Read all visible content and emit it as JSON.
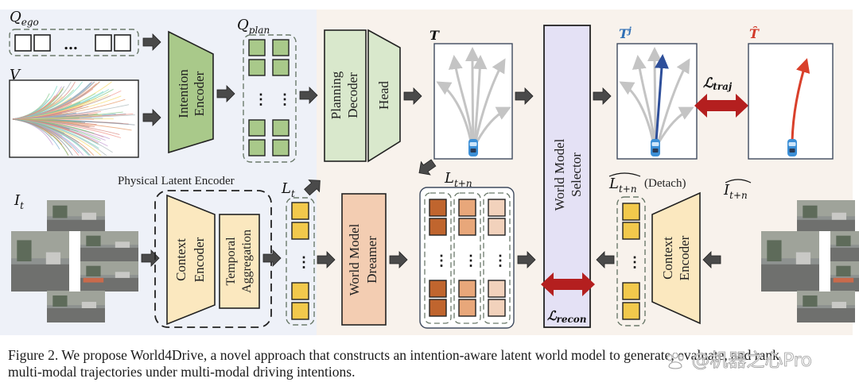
{
  "figure": {
    "title": "World4Drive architecture overview",
    "panels": {
      "left_panel_color": "#eef1f8",
      "right_panel_color": "#f8f2ec"
    },
    "labels": {
      "q_ego": "Q",
      "q_ego_sub": "ego",
      "q_plan": "Q",
      "q_plan_sub": "plan",
      "v": "V",
      "intention_encoder_line1": "Intention",
      "intention_encoder_line2": "Encoder",
      "planning_decoder_line1": "Planning",
      "planning_decoder_line2": "Decoder",
      "head": "Head",
      "t": "T",
      "t_j": "T",
      "t_j_sup": "j",
      "t_hat": "T̂",
      "l_traj": "ℒ",
      "l_traj_sub": "traj",
      "world_model_selector_line1": "World Model",
      "world_model_selector_line2": "Selector",
      "l_recon": "ℒ",
      "l_recon_sub": "recon",
      "physical_latent_encoder": "Physical Latent Encoder",
      "i_t": "I",
      "i_t_sub": "t",
      "context_encoder_line1": "Context",
      "context_encoder_line2": "Encoder",
      "temporal_aggregation_line1": "Temporal",
      "temporal_aggregation_line2": "Aggregation",
      "l_t": "L",
      "l_t_sub": "t",
      "world_model_dreamer_line1": "World Model",
      "world_model_dreamer_line2": "Dreamer",
      "l_tn": "L",
      "l_tn_sub": "t+n",
      "l_tn_hat": "L",
      "l_tn_hat_sub": "t+n",
      "detach": "(Detach)",
      "i_tn_hat": "I",
      "i_tn_hat_sub": "t+n",
      "context_encoder2_line1": "Context",
      "context_encoder2_line2": "Encoder",
      "ellipsis": "…",
      "vdots": "⋮"
    },
    "colors": {
      "green_block": "#a9c98a",
      "green_light": "#d9e8cc",
      "yellow_block": "#f2c94c",
      "cream_block": "#fbe8bf",
      "dreamer_block": "#f3cdb2",
      "selector_block": "#e4e1f5",
      "loss_arrow": "#b41f1f",
      "arrow_gray": "#4a4a4a",
      "traj_gray": "#c4c4c4",
      "traj_blue": "#2e4f9a",
      "traj_red": "#d9402b",
      "car_blue": "#3c8fd6",
      "latent_dark": "#c0652e",
      "latent_mid": "#e8a77a",
      "latent_light": "#f2d2bc",
      "t_j_color": "#2f6fb5",
      "t_hat_color": "#d23a2a"
    }
  },
  "caption": {
    "text": "Figure 2. We propose World4Drive, a novel approach that constructs an intention-aware latent world model to generate, evaluate, and rank",
    "text_line2": "multi-modal trajectories under multi-modal driving intentions."
  },
  "watermark": {
    "text": "@机器之心Pro"
  }
}
